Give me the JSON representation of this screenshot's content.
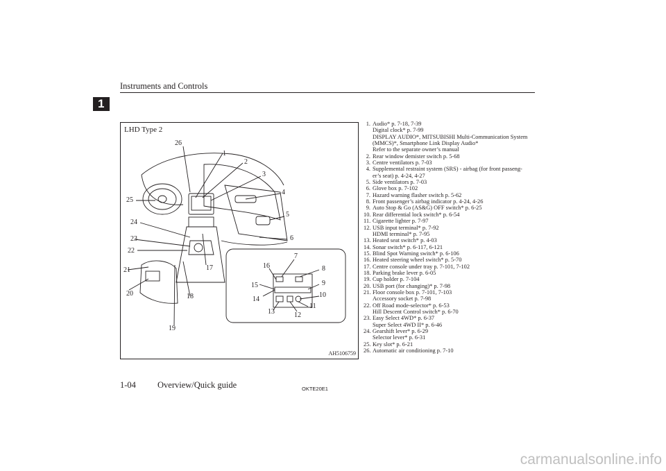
{
  "header": {
    "title": "Instruments and Controls",
    "chapter": "1"
  },
  "figure": {
    "label": "LHD Type 2",
    "code": "AH5106759",
    "callouts": [
      "1",
      "2",
      "3",
      "4",
      "5",
      "6",
      "7",
      "8",
      "9",
      "10",
      "11",
      "12",
      "13",
      "14",
      "15",
      "16",
      "17",
      "18",
      "19",
      "20",
      "21",
      "22",
      "23",
      "24",
      "25",
      "26"
    ]
  },
  "items": [
    {
      "n": "1.",
      "lines": [
        "Audio* p. 7-18, 7-39",
        "Digital clock* p. 7-99",
        "DISPLAY AUDIO*, MITSUBISHI Multi-Communication System",
        "(MMCS)*, Smartphone Link Display Audio*",
        "Refer to the separate owner’s manual"
      ]
    },
    {
      "n": "2.",
      "lines": [
        "Rear window demister switch p. 5-68"
      ]
    },
    {
      "n": "3.",
      "lines": [
        "Centre ventilators p. 7-03"
      ]
    },
    {
      "n": "4.",
      "lines": [
        "Supplemental restraint system (SRS) - airbag (for front passeng-",
        "er’s seat) p. 4-24, 4-27"
      ]
    },
    {
      "n": "5.",
      "lines": [
        "Side ventilators p. 7-03"
      ]
    },
    {
      "n": "6.",
      "lines": [
        "Glove box p. 7-102"
      ]
    },
    {
      "n": "7.",
      "lines": [
        "Hazard warning flasher switch p. 5-62"
      ]
    },
    {
      "n": "8.",
      "lines": [
        "Front passenger’s airbag indicator p. 4-24, 4-26"
      ]
    },
    {
      "n": "9.",
      "lines": [
        "Auto Stop & Go (AS&G) OFF switch* p. 6-25"
      ]
    },
    {
      "n": "10.",
      "lines": [
        "Rear differential lock switch* p. 6-54"
      ]
    },
    {
      "n": "11.",
      "lines": [
        "Cigarette lighter p. 7-97"
      ]
    },
    {
      "n": "12.",
      "lines": [
        "USB input terminal* p. 7-92",
        "HDMI terminal* p. 7-95"
      ]
    },
    {
      "n": "13.",
      "lines": [
        "Heated seat switch* p. 4-03"
      ]
    },
    {
      "n": "14.",
      "lines": [
        "Sonar switch* p. 6-117, 6-121"
      ]
    },
    {
      "n": "15.",
      "lines": [
        "Blind Spot Warning switch* p. 6-106"
      ]
    },
    {
      "n": "16.",
      "lines": [
        "Heated steering wheel switch* p. 5-70"
      ]
    },
    {
      "n": "17.",
      "lines": [
        "Centre console under tray p. 7-101, 7-102"
      ]
    },
    {
      "n": "18.",
      "lines": [
        "Parking brake lever p. 6-05"
      ]
    },
    {
      "n": "19.",
      "lines": [
        "Cup holder p. 7-104"
      ]
    },
    {
      "n": "20.",
      "lines": [
        "USB port (for changing)* p. 7-98"
      ]
    },
    {
      "n": "21.",
      "lines": [
        "Floor console box p. 7-101, 7-103",
        "Accessory socket p. 7-98"
      ]
    },
    {
      "n": "22.",
      "lines": [
        "Off Road mode-selector* p. 6-53",
        "Hill Descent Control switch* p. 6-70"
      ]
    },
    {
      "n": "23.",
      "lines": [
        "Easy Select 4WD* p. 6-37",
        "Super Select 4WD II* p. 6-46"
      ]
    },
    {
      "n": "24.",
      "lines": [
        "Gearshift lever* p. 6-29",
        "Selector lever* p. 6-31"
      ]
    },
    {
      "n": "25.",
      "lines": [
        "Key slot* p. 6-21"
      ]
    },
    {
      "n": "26.",
      "lines": [
        "Automatic air conditioning p. 7-10"
      ]
    }
  ],
  "footer": {
    "page": "1-04",
    "section": "Overview/Quick guide",
    "code": "OKTE20E1"
  },
  "watermark": "carmanualsonline.info"
}
